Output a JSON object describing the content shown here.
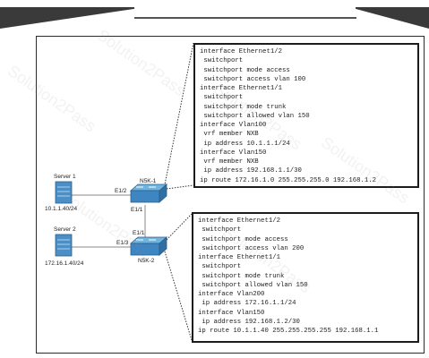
{
  "diagram": {
    "servers": [
      {
        "name": "Server 1",
        "ip": "10.1.1.40/24"
      },
      {
        "name": "Server 2",
        "ip": "172.16.1.40/24"
      }
    ],
    "switches": [
      {
        "name": "N5K-1",
        "port_left": "E1/2",
        "port_bottom": "E1/1"
      },
      {
        "name": "N5K-2",
        "port_left": "E1/3",
        "port_top": "E1/1"
      }
    ],
    "config_n5k1": [
      "interface Ethernet1/2",
      " switchport",
      " switchport mode access",
      " switchport access vlan 100",
      "interface Ethernet1/1",
      " switchport",
      " switchport mode trunk",
      " switchport allowed vlan 150",
      "interface Vlan100",
      " vrf member NXB",
      " ip address 10.1.1.1/24",
      "interface Vlan150",
      " vrf member NXB",
      " ip address 192.168.1.1/30",
      "ip route 172.16.1.0 255.255.255.0 192.168.1.2"
    ],
    "config_n5k2": [
      "interface Ethernet1/2",
      " switchport",
      " switchport mode access",
      " switchport access vlan 200",
      "interface Ethernet1/1",
      " switchport",
      " switchport mode trunk",
      " switchport allowed vlan 150",
      "interface Vlan200",
      " ip address 172.16.1.1/24",
      "interface Vlan150",
      " ip address 192.168.1.2/30",
      "ip route 10.1.1.40 255.255.255.255 192.168.1.1"
    ]
  },
  "watermark": "Solution2Pass"
}
